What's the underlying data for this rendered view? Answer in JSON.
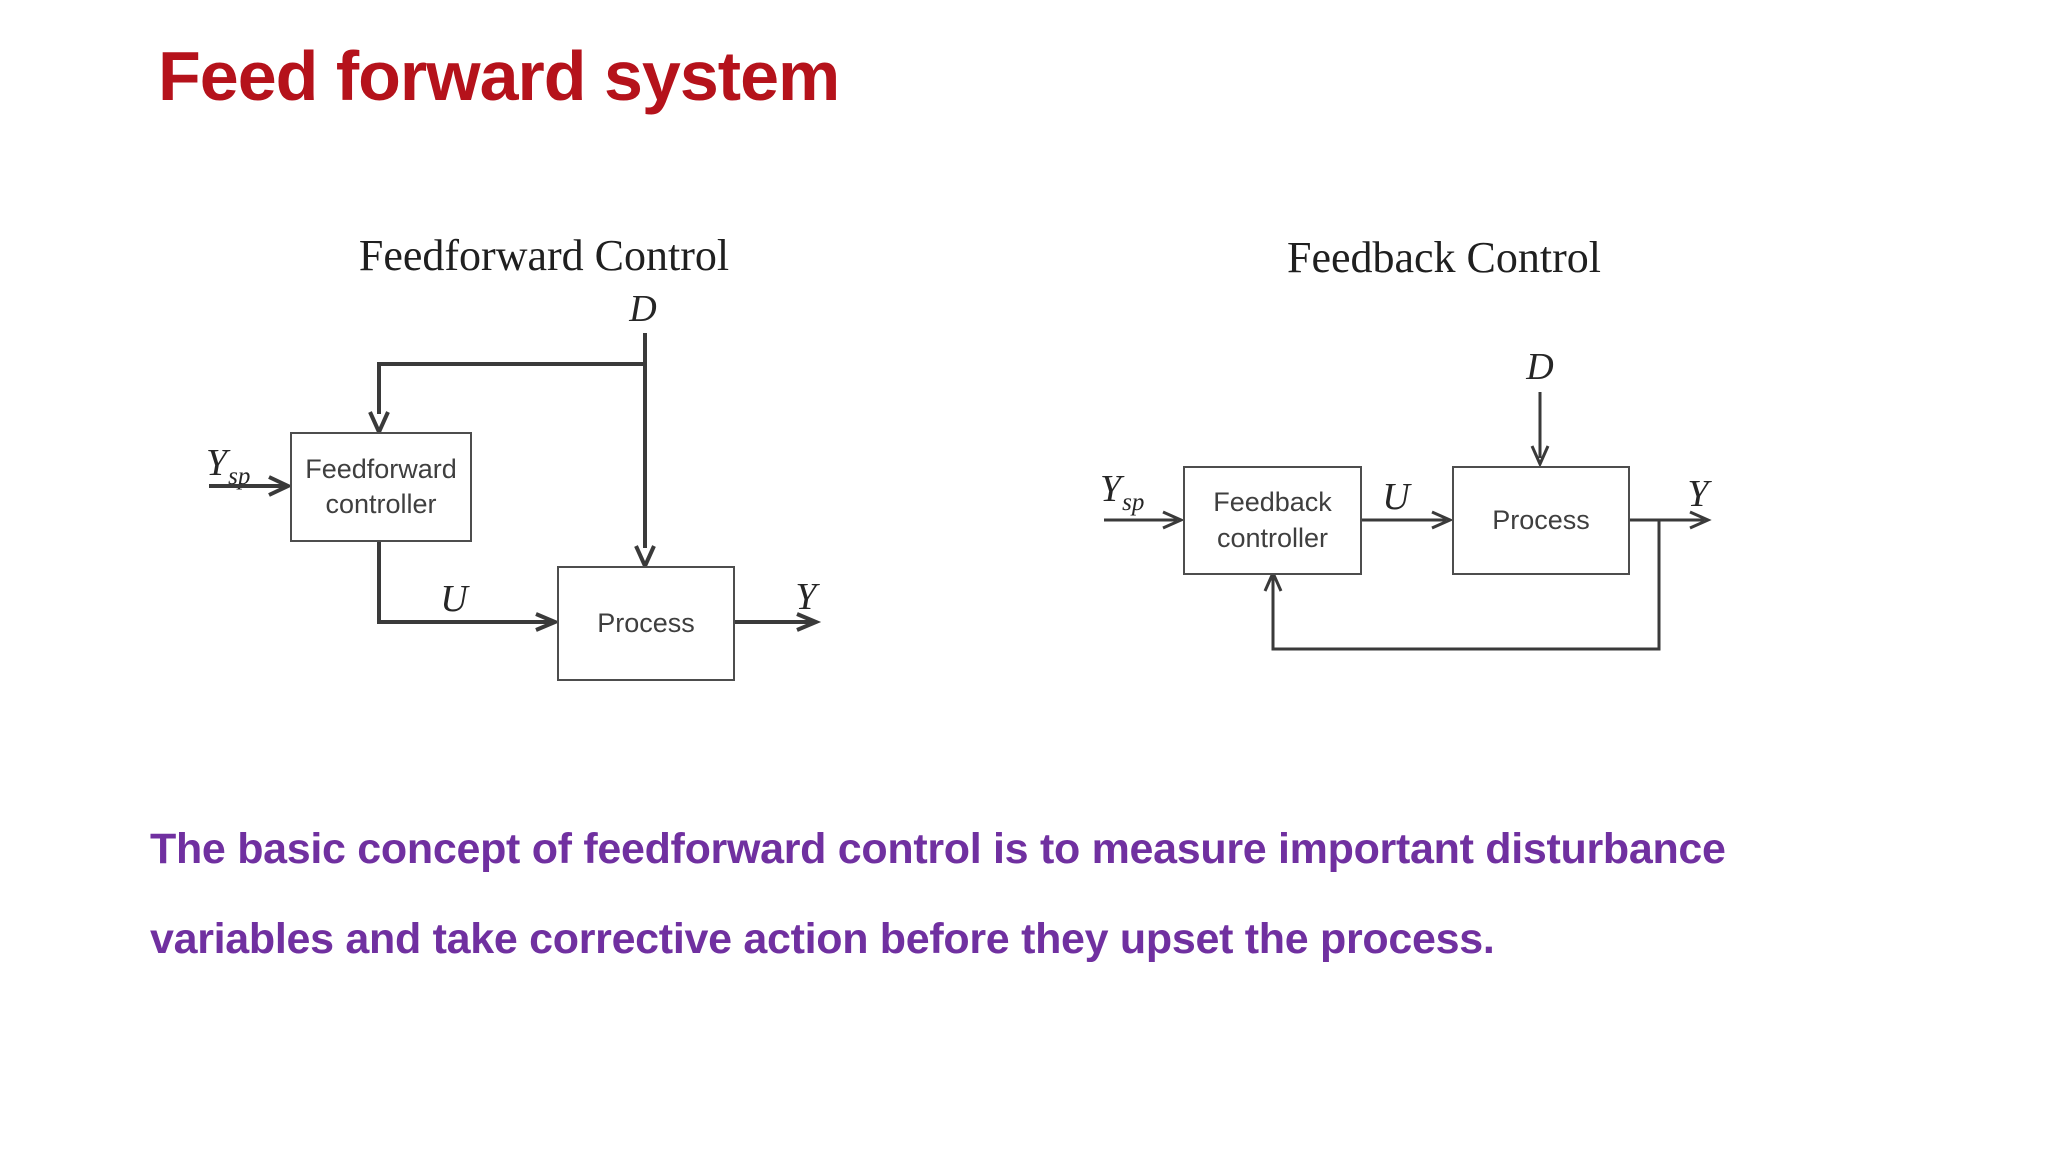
{
  "slide": {
    "title": "Feed forward system",
    "title_color": "#b5121b",
    "body_text_color": "#7030a0",
    "body_line1": "The basic concept of feedforward control is to measure important disturbance",
    "body_line2": "variables and take corrective action before they upset the process."
  },
  "diagrams": {
    "feedforward": {
      "heading": "Feedforward Control",
      "disturbance_label": "D",
      "setpoint_label": {
        "main": "Y",
        "sub": "sp"
      },
      "controller_box_label": "Feedforward\ncontroller",
      "manipulated_label": "U",
      "process_box_label": "Process",
      "output_label": "Y"
    },
    "feedback": {
      "heading": "Feedback Control",
      "disturbance_label": "D",
      "setpoint_label": {
        "main": "Y",
        "sub": "sp"
      },
      "controller_box_label": "Feedback\ncontroller",
      "manipulated_label": "U",
      "process_box_label": "Process",
      "output_label": "Y"
    }
  },
  "colors": {
    "diagram_ink": "#3a3a3a",
    "box_border": "#4d4d4d",
    "box_text": "#3f3f3f",
    "background": "#ffffff"
  }
}
